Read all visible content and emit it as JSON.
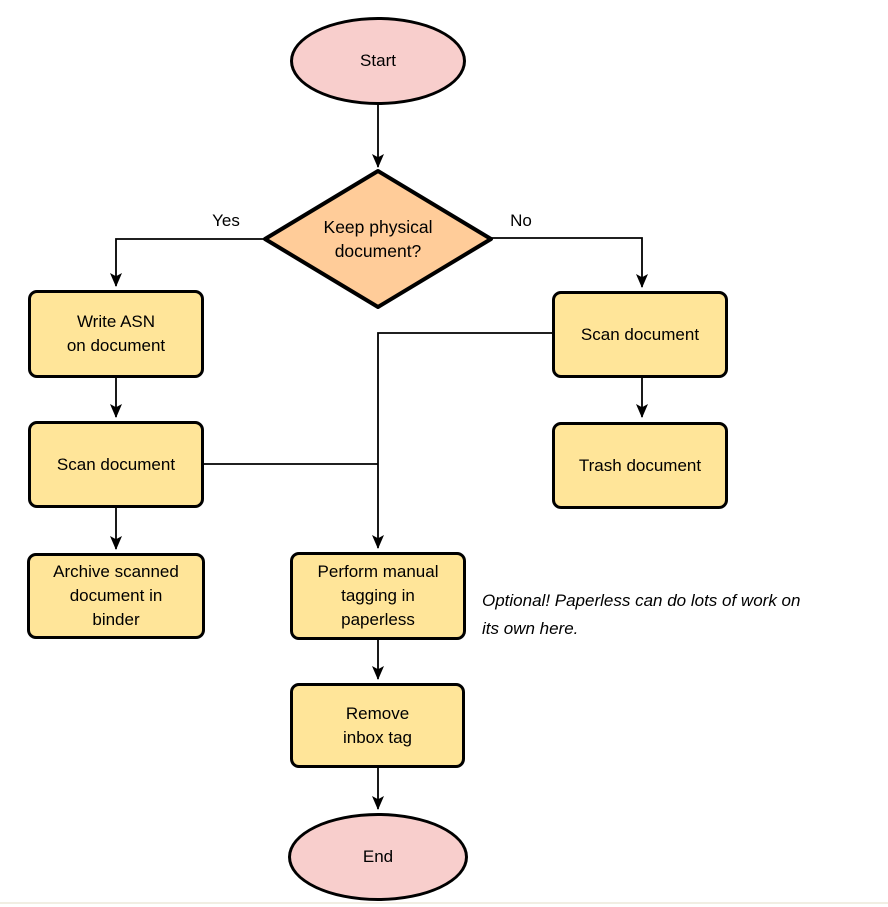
{
  "diagram": {
    "nodes": {
      "start": {
        "label": "Start",
        "shape": "terminator"
      },
      "decision": {
        "label": "Keep physical\ndocument?",
        "shape": "decision"
      },
      "write_asn": {
        "label": "Write ASN\non document",
        "shape": "process"
      },
      "scan_left": {
        "label": "Scan document",
        "shape": "process"
      },
      "archive": {
        "label": "Archive scanned\ndocument in\nbinder",
        "shape": "process"
      },
      "scan_right": {
        "label": "Scan document",
        "shape": "process"
      },
      "trash": {
        "label": "Trash document",
        "shape": "process"
      },
      "perform_tagging": {
        "label": "Perform manual\ntagging in\npaperless",
        "shape": "process"
      },
      "remove_inbox_tag": {
        "label": "Remove\ninbox tag",
        "shape": "process"
      },
      "end": {
        "label": "End",
        "shape": "terminator"
      }
    },
    "edge_labels": {
      "yes": "Yes",
      "no": "No"
    },
    "note": "Optional! Paperless can do lots of work on\nits own here.",
    "colors": {
      "terminator_fill": "#F8CECC",
      "process_fill": "#FFE599",
      "decision_fill": "#FFCC99",
      "stroke": "#000000"
    }
  }
}
